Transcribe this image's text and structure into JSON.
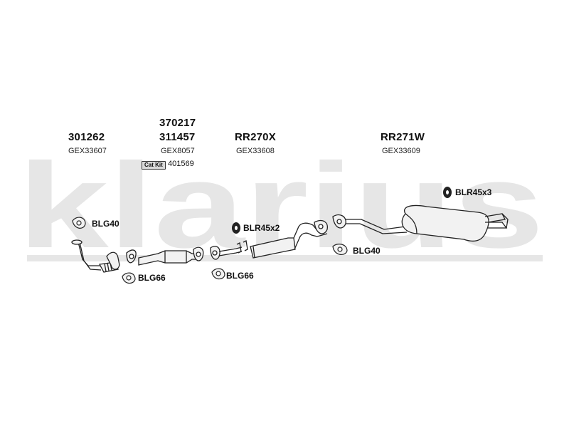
{
  "watermark": {
    "text": "klarius"
  },
  "colors": {
    "watermark": "#e3e3e3",
    "line": "#222222",
    "part_fill": "#f2f2f2"
  },
  "groups": [
    {
      "part_numbers": [
        "301262"
      ],
      "ref": "GEX33607"
    },
    {
      "part_numbers": [
        "370217",
        "311457"
      ],
      "ref": "GEX8057"
    },
    {
      "part_numbers": [
        "RR270X"
      ],
      "ref": "GEX33608"
    },
    {
      "part_numbers": [
        "RR271W"
      ],
      "ref": "GEX33609"
    }
  ],
  "cat_kit": {
    "badge": "Cat Kit",
    "number": "401569"
  },
  "accessories": [
    {
      "label": "BLG40",
      "icon": "gasket-icon"
    },
    {
      "label": "BLG66",
      "icon": "gasket-icon"
    },
    {
      "label": "BLG66",
      "icon": "gasket-icon"
    },
    {
      "label": "BLR45x2",
      "icon": "rubber-mount-icon"
    },
    {
      "label": "BLG40",
      "icon": "gasket-icon"
    },
    {
      "label": "BLR45x3",
      "icon": "rubber-mount-icon"
    }
  ]
}
